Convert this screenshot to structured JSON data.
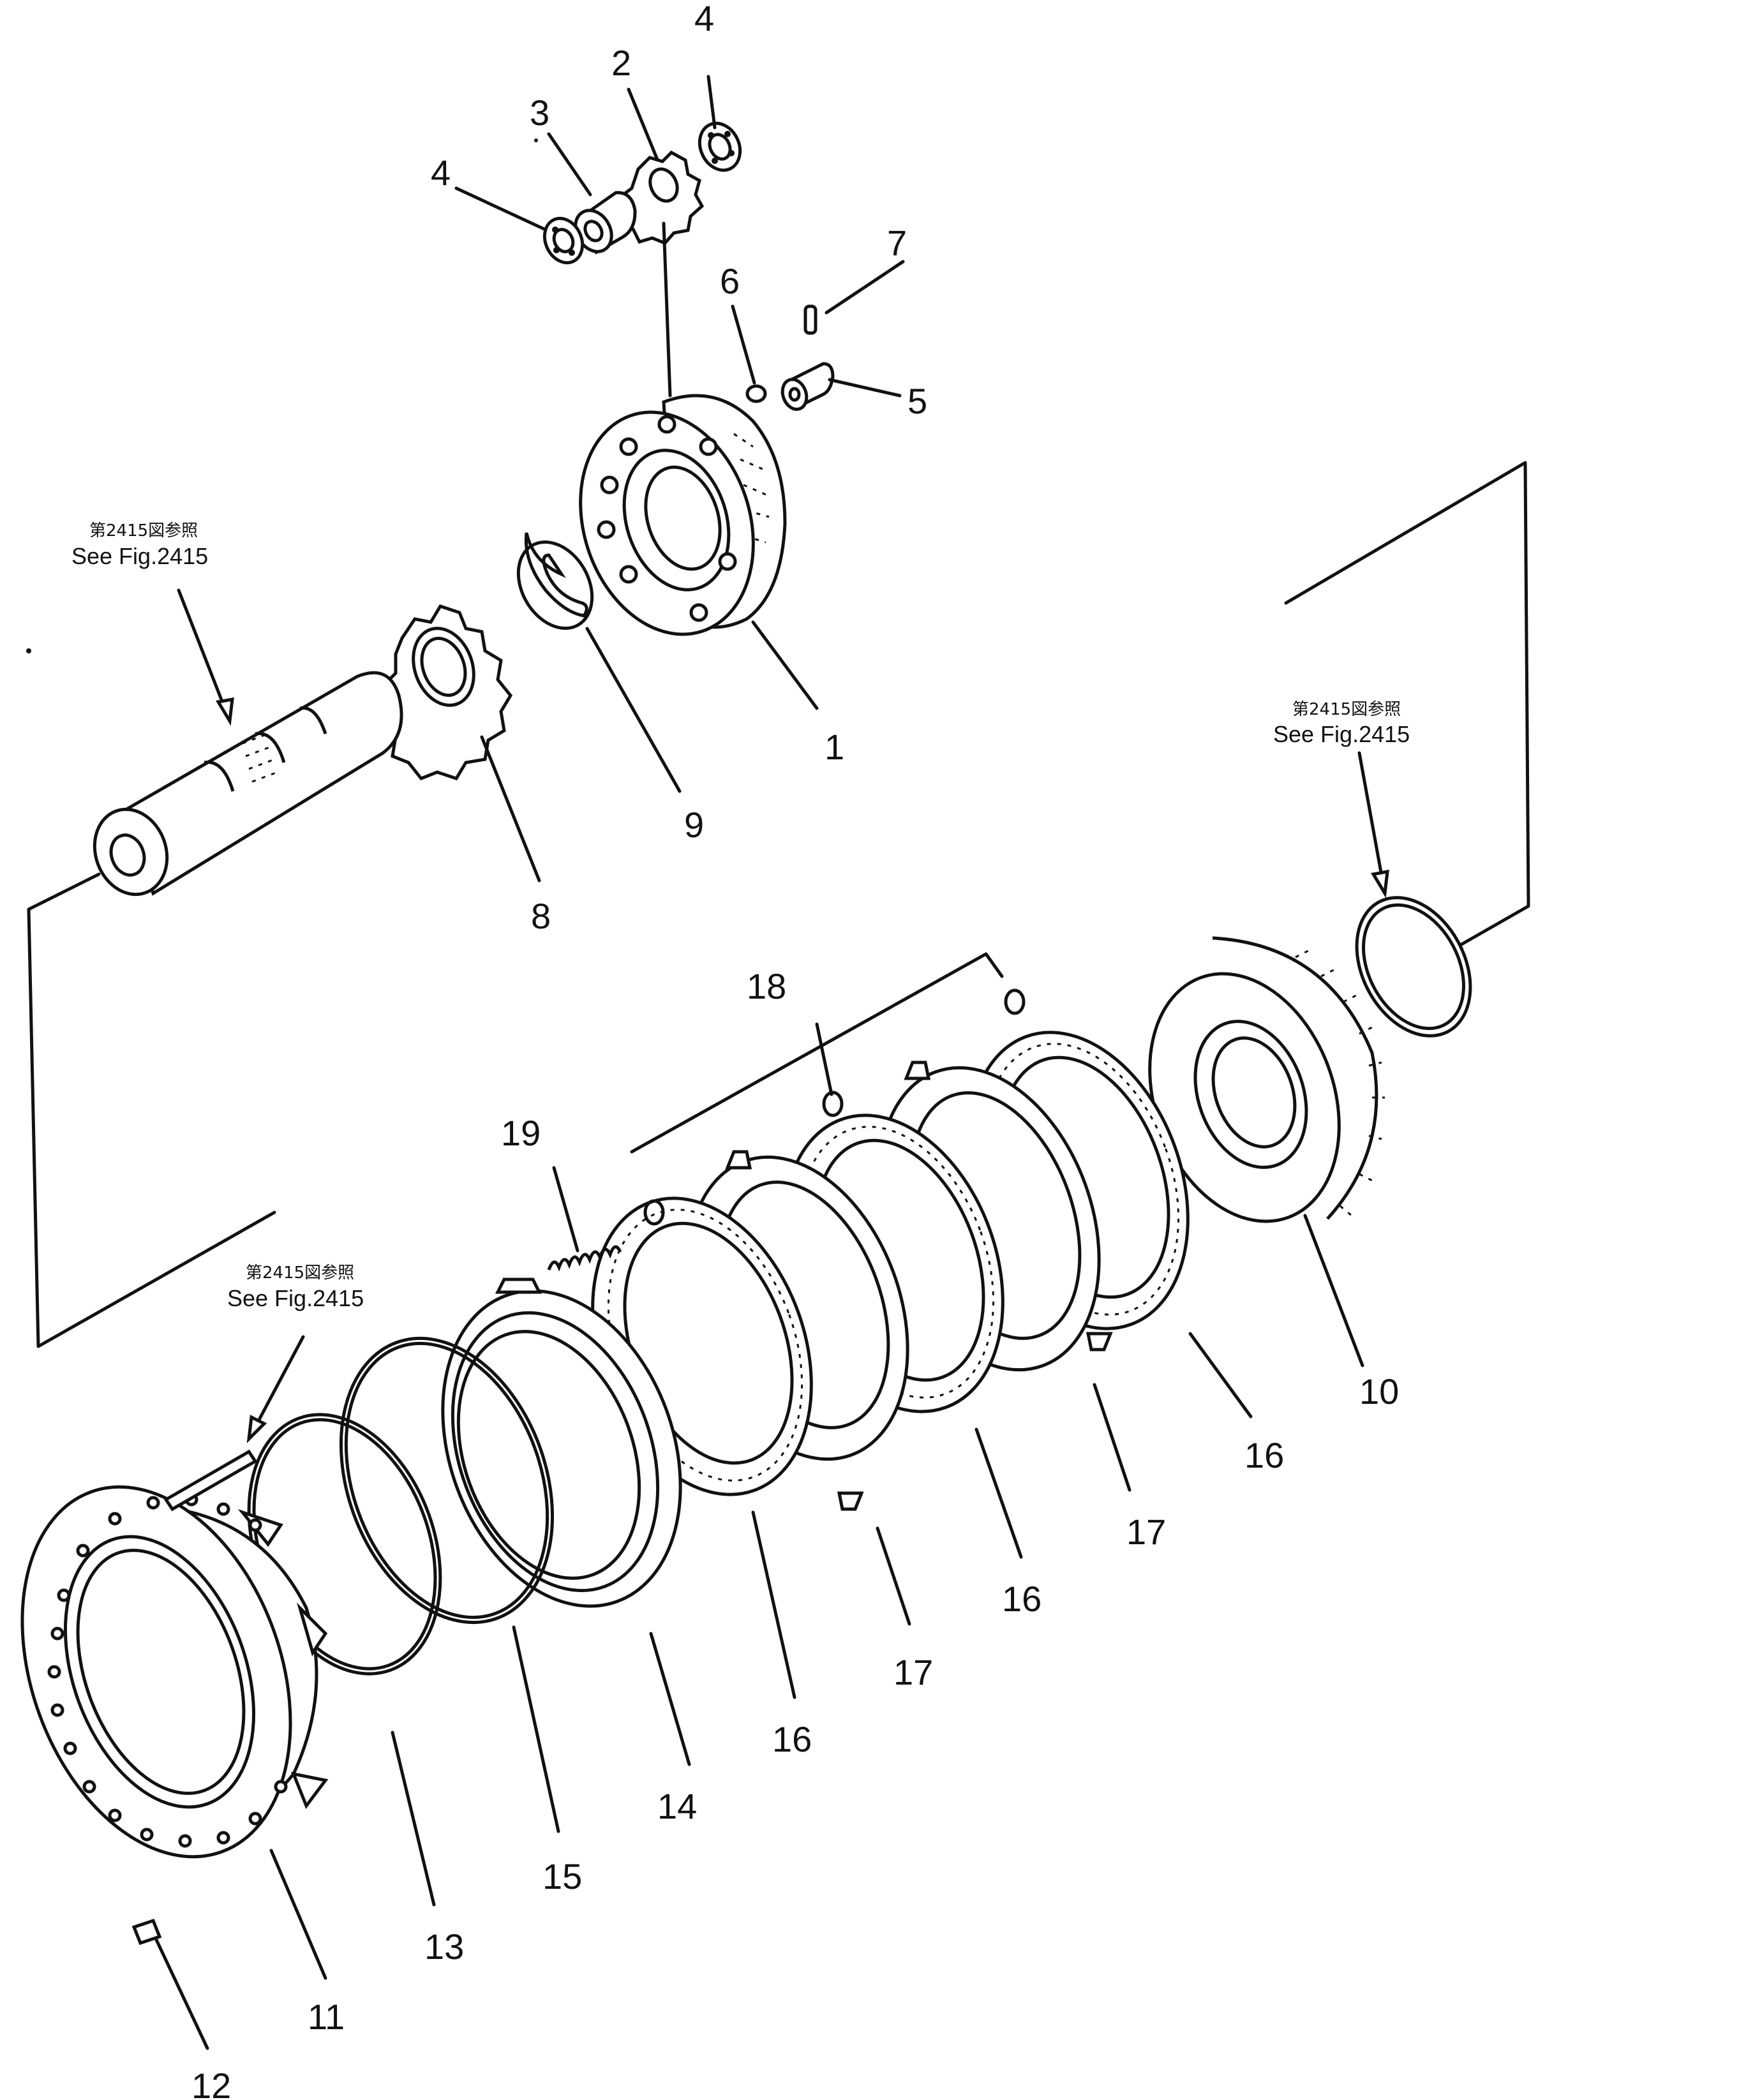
{
  "diagram": {
    "type": "exploded parts diagram",
    "callouts": [
      {
        "id": "c4a",
        "label": "4"
      },
      {
        "id": "c2",
        "label": "2"
      },
      {
        "id": "c3",
        "label": "3"
      },
      {
        "id": "c4b",
        "label": "4"
      },
      {
        "id": "c7",
        "label": "7"
      },
      {
        "id": "c6",
        "label": "6"
      },
      {
        "id": "c5",
        "label": "5"
      },
      {
        "id": "c1",
        "label": "1"
      },
      {
        "id": "c9",
        "label": "9"
      },
      {
        "id": "c8",
        "label": "8"
      },
      {
        "id": "c18",
        "label": "18"
      },
      {
        "id": "c19",
        "label": "19"
      },
      {
        "id": "c10",
        "label": "10"
      },
      {
        "id": "c16a",
        "label": "16"
      },
      {
        "id": "c17a",
        "label": "17"
      },
      {
        "id": "c16b",
        "label": "16"
      },
      {
        "id": "c17b",
        "label": "17"
      },
      {
        "id": "c16c",
        "label": "16"
      },
      {
        "id": "c14",
        "label": "14"
      },
      {
        "id": "c15",
        "label": "15"
      },
      {
        "id": "c13",
        "label": "13"
      },
      {
        "id": "c11",
        "label": "11"
      },
      {
        "id": "c12",
        "label": "12"
      }
    ],
    "references": [
      {
        "jp": "第2415図参照",
        "en": "See Fig.2415"
      },
      {
        "jp": "第2415図参照",
        "en": "See Fig.2415"
      },
      {
        "jp": "第2415図参照",
        "en": "See Fig.2415"
      }
    ]
  }
}
